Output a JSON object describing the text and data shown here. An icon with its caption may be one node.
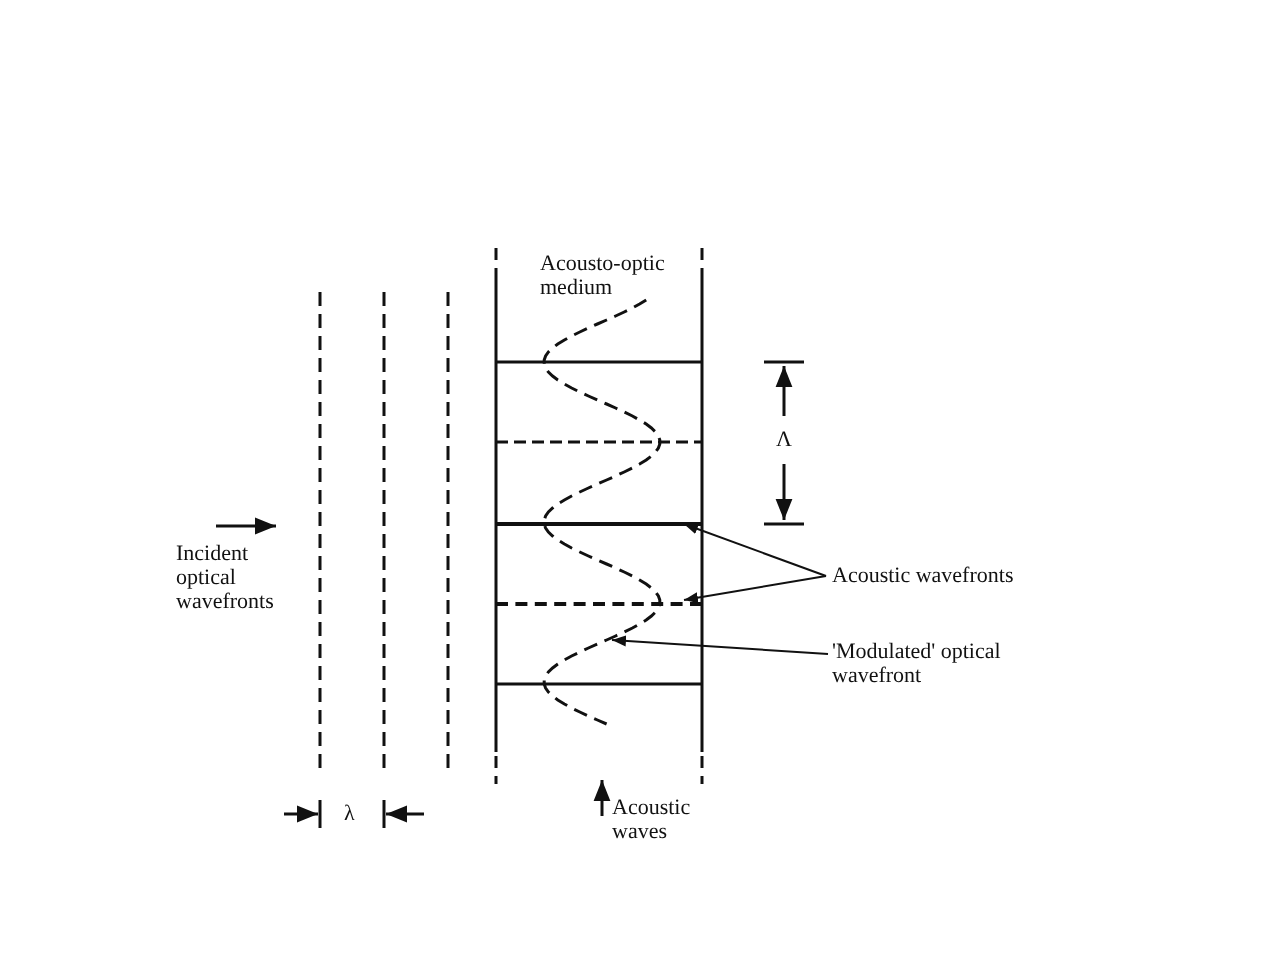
{
  "diagram": {
    "nodes": [
      {
        "text": [
          "Acoustic wavefronts"
        ]
      },
      {
        "text": [],
        "shape": "bar"
      },
      {
        "text": [],
        "shape": "bar"
      },
      {
        "text": [
          "'Modulated' optical wavefront"
        ]
      },
      {
        "text": [],
        "shape": "wave"
      }
    ],
    "edges": [
      {
        "from": 0,
        "to": 1,
        "arrow": "to"
      },
      {
        "from": 0,
        "to": 2,
        "arrow": "to"
      },
      {
        "from": 3,
        "to": 4,
        "arrow": "to"
      }
    ],
    "labels": [
      "Acousto-optic medium",
      "Λ",
      "Incident optical wavefronts",
      "λ",
      "Acoustic waves"
    ]
  }
}
